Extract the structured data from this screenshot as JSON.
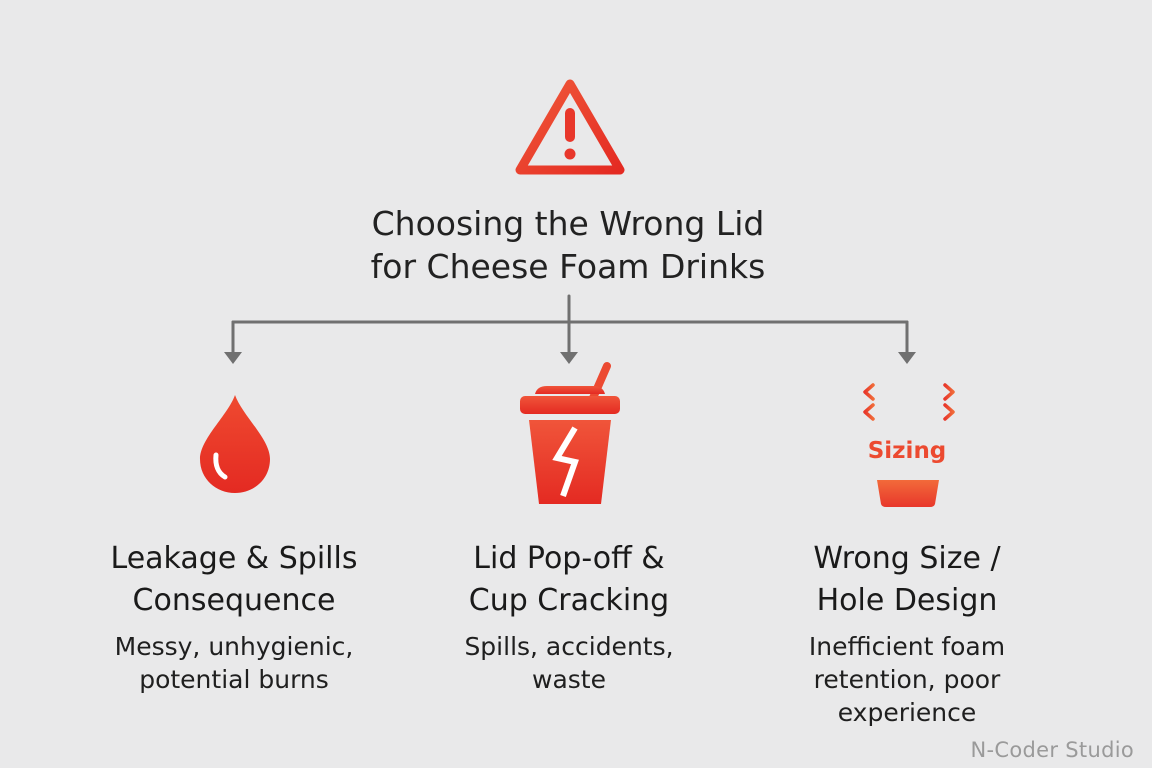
{
  "title": {
    "line1": "Choosing the Wrong Lid",
    "line2": "for Cheese Foam Drinks"
  },
  "columns": [
    {
      "icon": "water-drop-icon",
      "title_line1": "Leakage & Spills",
      "title_line2": "Consequence",
      "desc_line1": "Messy, unhygienic,",
      "desc_line2": "potential burns"
    },
    {
      "icon": "cracked-cup-icon",
      "title_line1": "Lid Pop-off &",
      "title_line2": "Cup Cracking",
      "desc_line1": "Spills, accidents,",
      "desc_line2": "waste"
    },
    {
      "icon": "sizing-icon",
      "icon_label": "Sizing",
      "title_line1": "Wrong Size /",
      "title_line2": "Hole Design",
      "desc_line1": "Inefficient foam",
      "desc_line2": "retention, poor",
      "desc_line3": "experience"
    }
  ],
  "watermark": "N-Coder Studio",
  "colors": {
    "accent_red": "#e8372b",
    "accent_orange": "#f26a3a",
    "connector_gray": "#707070",
    "background": "#e9e9ea"
  }
}
